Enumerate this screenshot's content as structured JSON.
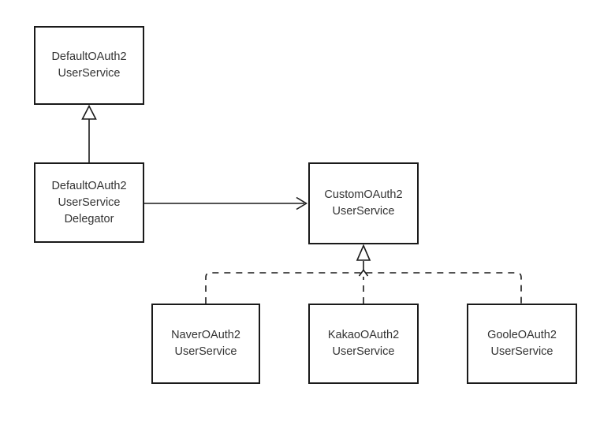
{
  "diagram": {
    "type": "uml-class-diagram",
    "colors": {
      "stroke": "#1a1a1a",
      "text": "#333333",
      "background": "#ffffff",
      "arrowhead_fill": "#ffffff"
    },
    "nodes": [
      {
        "id": "default-oauth2-user-service",
        "label": "DefaultOAuth2\nUserService"
      },
      {
        "id": "default-oauth2-user-service-delegator",
        "label": "DefaultOAuth2\nUserService\nDelegator"
      },
      {
        "id": "custom-oauth2-user-service",
        "label": "CustomOAuth2\nUserService"
      },
      {
        "id": "naver-oauth2-user-service",
        "label": "NaverOAuth2\nUserService"
      },
      {
        "id": "kakao-oauth2-user-service",
        "label": "KakaoOAuth2\nUserService"
      },
      {
        "id": "goole-oauth2-user-service",
        "label": "GooleOAuth2\nUserService"
      }
    ],
    "edges": [
      {
        "from": "default-oauth2-user-service-delegator",
        "to": "default-oauth2-user-service",
        "line": "solid",
        "arrowhead": "hollow-triangle",
        "relation": "inheritance"
      },
      {
        "from": "default-oauth2-user-service-delegator",
        "to": "custom-oauth2-user-service",
        "line": "solid",
        "arrowhead": "open-arrow",
        "relation": "association"
      },
      {
        "from": "naver-oauth2-user-service",
        "to": "custom-oauth2-user-service",
        "line": "dashed",
        "arrowhead": "hollow-triangle",
        "relation": "realization"
      },
      {
        "from": "kakao-oauth2-user-service",
        "to": "custom-oauth2-user-service",
        "line": "dashed",
        "arrowhead": "hollow-triangle",
        "relation": "realization"
      },
      {
        "from": "goole-oauth2-user-service",
        "to": "custom-oauth2-user-service",
        "line": "dashed",
        "arrowhead": "hollow-triangle",
        "relation": "realization"
      }
    ]
  }
}
